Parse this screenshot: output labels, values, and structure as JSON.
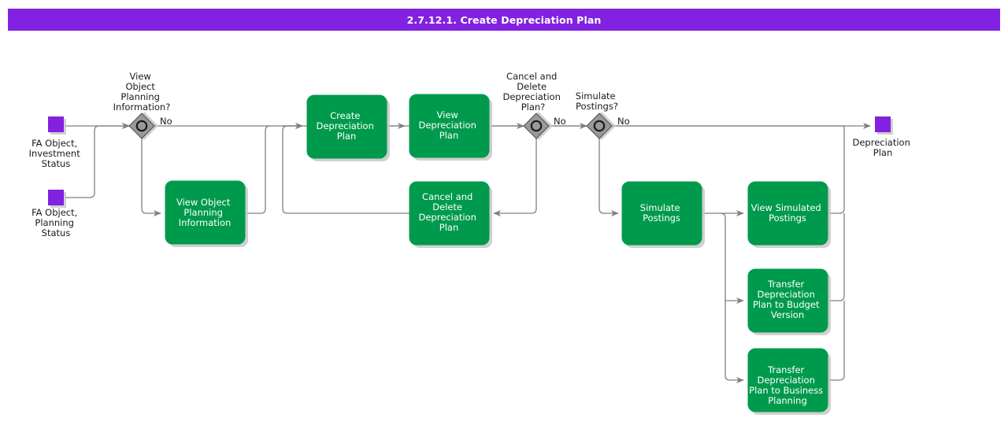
{
  "header": {
    "title": "2.7.12.1. Create Depreciation Plan",
    "background_color": "#8222e0",
    "text_color": "#ffffff"
  },
  "colors": {
    "process_green": "#009a4d",
    "event_purple": "#8222e0",
    "gateway_gray": "#999999",
    "flow_gray": "#808080",
    "label_text": "#1a1a1a"
  },
  "diagram": {
    "type": "flowchart",
    "start_events": [
      {
        "id": "start-fa-investment-status",
        "label_lines": [
          "FA Object,",
          "Investment",
          "Status"
        ],
        "shape": "square",
        "color": "#8222e0"
      },
      {
        "id": "start-fa-planning-status",
        "label_lines": [
          "FA Object,",
          "Planning",
          "Status"
        ],
        "shape": "square",
        "color": "#8222e0"
      }
    ],
    "end_events": [
      {
        "id": "end-depreciation-plan",
        "label_lines": [
          "Depreciation",
          "Plan"
        ],
        "shape": "square",
        "color": "#8222e0"
      }
    ],
    "gateways": [
      {
        "id": "gw-view-object-planning-information",
        "label_lines": [
          "View",
          "Object",
          "Planning",
          "Information?"
        ],
        "branch_label": "No"
      },
      {
        "id": "gw-cancel-and-delete-depreciation-plan",
        "label_lines": [
          "Cancel and",
          "Delete",
          "Depreciation",
          "Plan?"
        ],
        "branch_label": "No"
      },
      {
        "id": "gw-simulate-postings",
        "label_lines": [
          "Simulate",
          "Postings?"
        ],
        "branch_label": "No"
      }
    ],
    "processes": [
      {
        "id": "proc-view-object-planning-information",
        "label_lines": [
          "View Object",
          "Planning",
          "Information"
        ]
      },
      {
        "id": "proc-create-depreciation-plan",
        "label_lines": [
          "Create",
          "Depreciation",
          "Plan"
        ]
      },
      {
        "id": "proc-view-depreciation-plan",
        "label_lines": [
          "View",
          "Depreciation",
          "Plan"
        ]
      },
      {
        "id": "proc-cancel-and-delete-depreciation-plan",
        "label_lines": [
          "Cancel and",
          "Delete",
          "Depreciation",
          "Plan"
        ]
      },
      {
        "id": "proc-simulate-postings",
        "label_lines": [
          "Simulate",
          "Postings"
        ]
      },
      {
        "id": "proc-view-simulated-postings",
        "label_lines": [
          "View Simulated",
          "Postings"
        ]
      },
      {
        "id": "proc-transfer-depreciation-plan-to-budget-version",
        "label_lines": [
          "Transfer",
          "Depreciation",
          "Plan to Budget",
          "Version"
        ]
      },
      {
        "id": "proc-transfer-depreciation-plan-to-business-planning",
        "label_lines": [
          "Transfer",
          "Depreciation",
          "Plan to Business",
          "Planning"
        ]
      }
    ]
  }
}
